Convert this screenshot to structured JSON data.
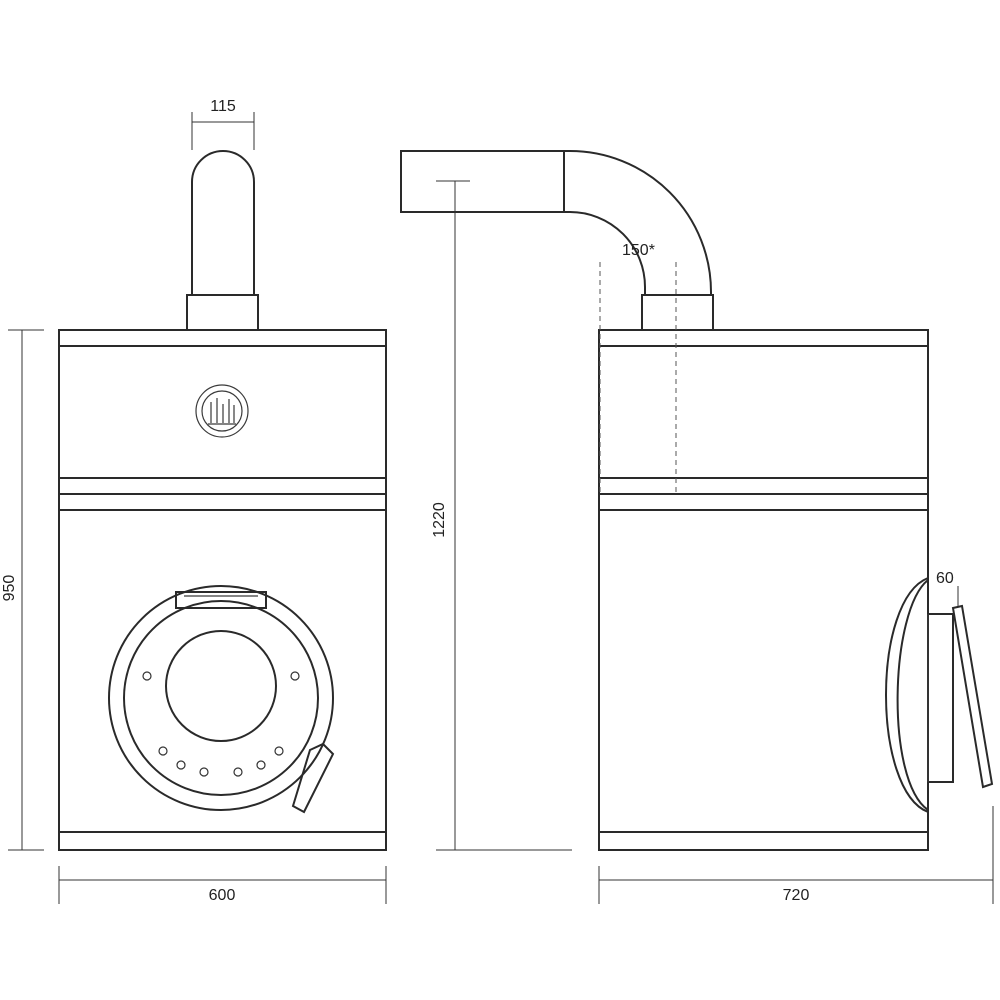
{
  "diagram": {
    "dimensions": {
      "flue_width": "115",
      "front_height": "950",
      "front_width": "600",
      "total_height": "1220",
      "elbow_angle": "150*",
      "door_depth": "60",
      "side_depth": "720"
    }
  }
}
